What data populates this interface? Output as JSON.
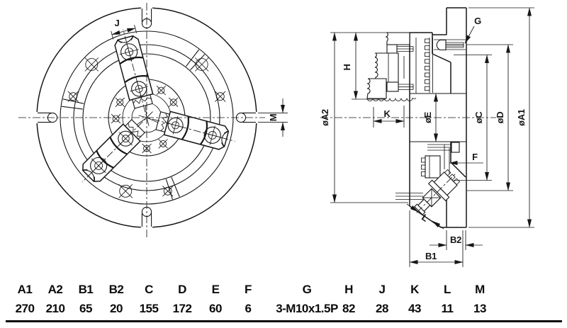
{
  "drawing": {
    "front_view": {
      "dim_j": "J",
      "dim_m": "M"
    },
    "section_view": {
      "dim_g": "G",
      "dim_h": "H",
      "dim_k": "K",
      "dim_f": "F",
      "dim_l": "L",
      "dim_b1": "B1",
      "dim_b2": "B2",
      "dia_a1": "øA1",
      "dia_a2": "øA2",
      "dia_c": "øC",
      "dia_d": "øD",
      "dia_e": "øE"
    }
  },
  "table": {
    "columns": [
      {
        "label": "A1",
        "value": "270"
      },
      {
        "label": "A2",
        "value": "210"
      },
      {
        "label": "B1",
        "value": "65"
      },
      {
        "label": "B2",
        "value": "20"
      },
      {
        "label": "C",
        "value": "155"
      },
      {
        "label": "D",
        "value": "172"
      },
      {
        "label": "E",
        "value": "60"
      },
      {
        "label": "F",
        "value": "6"
      },
      {
        "label": "G",
        "value": "3-M10x1.5P"
      },
      {
        "label": "H",
        "value": "82"
      },
      {
        "label": "J",
        "value": "28"
      },
      {
        "label": "K",
        "value": "43"
      },
      {
        "label": "L",
        "value": "11"
      },
      {
        "label": "M",
        "value": "13"
      }
    ]
  }
}
